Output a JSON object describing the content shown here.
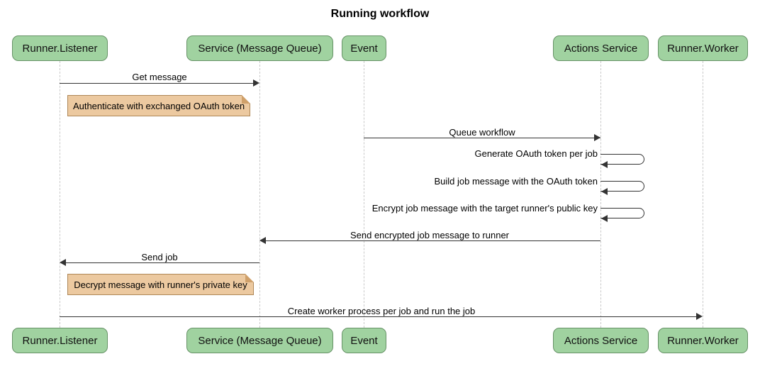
{
  "title": "Running workflow",
  "participants": [
    "Runner.Listener",
    "Service (Message Queue)",
    "Event",
    "Actions Service",
    "Runner.Worker"
  ],
  "messages": {
    "get_message": "Get message",
    "queue_workflow": "Queue workflow",
    "generate_token": "Generate OAuth token per job",
    "build_job_message": "Build job message with the OAuth token",
    "encrypt_job_message": "Encrypt job message with the target runner's public key",
    "send_encrypted": "Send encrypted job message to runner",
    "send_job": "Send job",
    "create_worker": "Create worker process per job and run the job"
  },
  "notes": {
    "authenticate": "Authenticate with exchanged OAuth token",
    "decrypt": "Decrypt message with runner's private key"
  },
  "colors": {
    "actor_fill": "#a0d2a0",
    "actor_border": "#669266",
    "note_fill": "#ecc9a0",
    "note_border": "#ae8757",
    "lifeline": "#c9c9c9",
    "arrow": "#333333",
    "background": "#ffffff"
  }
}
